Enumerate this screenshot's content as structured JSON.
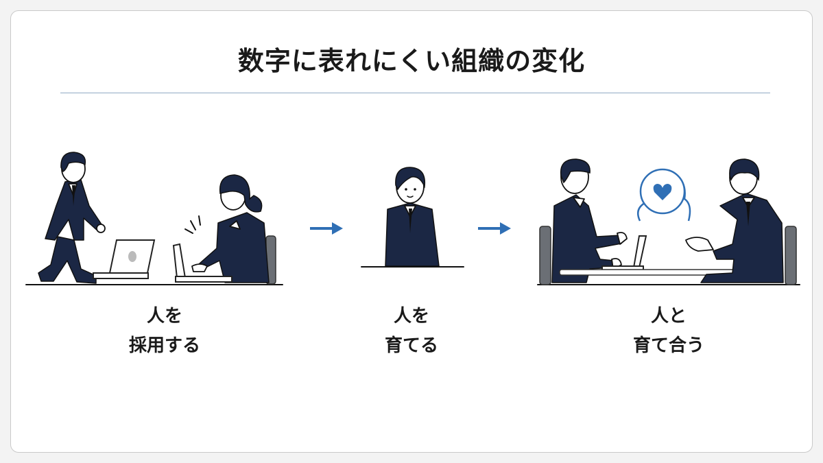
{
  "title": "数字に表れにくい組織の変化",
  "steps": [
    {
      "line1": "人を",
      "line2": "採用する"
    },
    {
      "line1": "人を",
      "line2": "育てる"
    },
    {
      "line1": "人と",
      "line2": "育て合う"
    }
  ],
  "colors": {
    "suit": "#1b2744",
    "accent": "#2f6fb5",
    "line": "#1a1a1a"
  },
  "icons": [
    "arrow-right-icon",
    "arrow-right-icon",
    "heart-speech-bubble-icon"
  ]
}
